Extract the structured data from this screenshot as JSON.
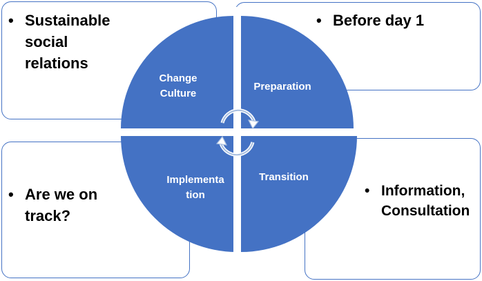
{
  "notes": {
    "top_left": "Sustainable\nsocial\nrelations",
    "top_right": "Before day 1",
    "bottom_left": "Are we on\ntrack?",
    "bottom_right": "Information,\nConsultation",
    "bullet_char": "•"
  },
  "quadrants": {
    "top_left": "Change\nCulture",
    "top_right": "Preparation",
    "bottom_left": "Implementa\ntion",
    "bottom_right": "Transition"
  },
  "colors": {
    "quadrant_fill": "#4472c4",
    "note_border": "#4472c4"
  }
}
